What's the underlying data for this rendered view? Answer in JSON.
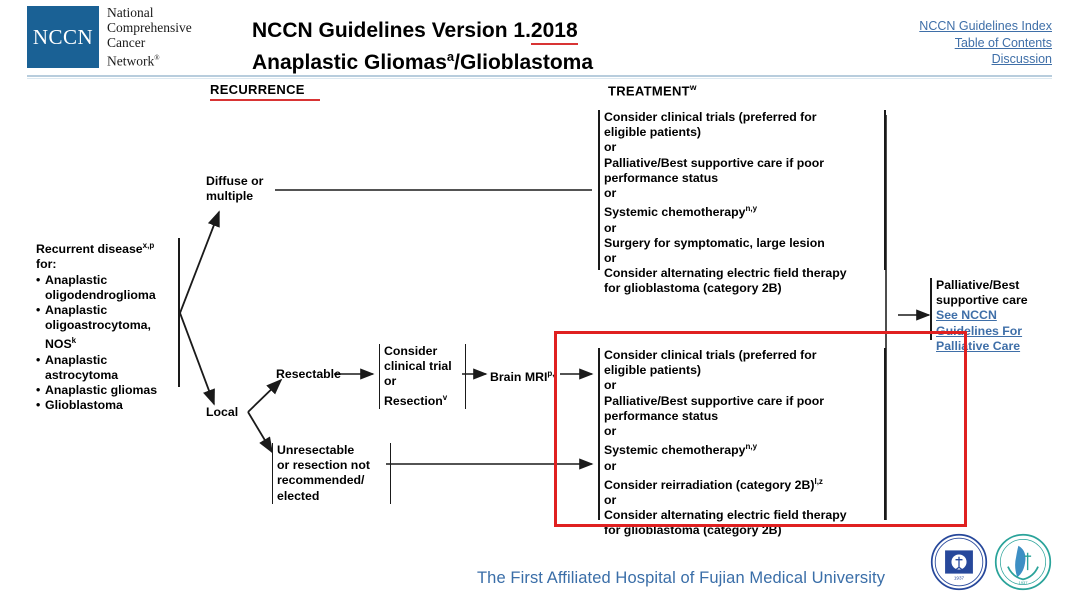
{
  "header": {
    "logo_text": "NCCN",
    "org_lines": "National Comprehensive Cancer Network",
    "org_l1": "National",
    "org_l2": "Comprehensive",
    "org_l3": "Cancer",
    "org_l4": "Network",
    "org_l4_sup": "®",
    "title_line1_pre": "NCCN Guidelines Version 1.",
    "title_line1_year": "2018",
    "title_line2_pre": "Anaplastic Gliomas",
    "title_line2_sup": "a",
    "title_line2_post": "/Glioblastoma",
    "links": [
      {
        "label": "NCCN Guidelines Index"
      },
      {
        "label": "Table of Contents"
      },
      {
        "label": "Discussion"
      }
    ]
  },
  "columns": {
    "recurrence": "RECURRENCE",
    "treatment": "TREATMENT",
    "treatment_sup": "w"
  },
  "flow": {
    "recurrent": {
      "title_pre": "Recurrent disease",
      "title_sup": "x,p",
      "title_post": " for:",
      "items": [
        "Anaplastic oligodendroglioma",
        "Anaplastic oligoastrocytoma, NOS",
        "Anaplastic astrocytoma",
        "Anaplastic gliomas",
        "Glioblastoma"
      ],
      "item2_sup": "k"
    },
    "diffuse_label": "Diffuse or multiple",
    "local_label": "Local",
    "resectable_label": "Resectable",
    "resection_box": {
      "l1": "Consider",
      "l2": "clinical trial",
      "l3": "or",
      "l4": "Resection",
      "l4_sup": "v"
    },
    "brain_mri": {
      "label": "Brain MRI",
      "sup": "p,i"
    },
    "unresectable_box": {
      "l1": "Unresectable",
      "l2": "or resection not",
      "l3": "recommended/",
      "l4": "elected"
    },
    "treatment_top": {
      "l1": "Consider clinical trials (preferred for",
      "l2": "eligible patients)",
      "l3": "or",
      "l4": "Palliative/Best supportive care if poor",
      "l5": "performance status",
      "l6": "or",
      "l7": "Systemic chemotherapy",
      "l7_sup": "n,y",
      "l8": "or",
      "l9": "Surgery for symptomatic, large lesion",
      "l10": "or",
      "l11": "Consider alternating electric field therapy",
      "l12": "for glioblastoma (category 2B)"
    },
    "treatment_bottom": {
      "l1": "Consider clinical trials (preferred for",
      "l2": "eligible patients)",
      "l3": "or",
      "l4": "Palliative/Best supportive care if poor",
      "l5": "performance status",
      "l6": "or",
      "l7": "Systemic chemotherapy",
      "l7_sup": "n,y",
      "l8": "or",
      "l9": "Consider reirradiation (category 2B)",
      "l9_sup": "l,z",
      "l10": "or",
      "l11": "Consider alternating electric field therapy",
      "l12": "for glioblastoma (category 2B)"
    },
    "palliative": {
      "l1": "Palliative/Best",
      "l2": "supportive care",
      "link1": "See NCCN",
      "link2": "Guidelines For",
      "link3": "Palliative Care"
    }
  },
  "footer": {
    "text": "The First Affiliated Hospital of Fujian Medical University"
  },
  "colors": {
    "nccn_blue": "#1a6195",
    "link_blue": "#3f6fa8",
    "accent_red": "#d83434",
    "highlight_red": "#e02020",
    "footer_blue": "#3a6ea8",
    "seal_navy": "#27489b",
    "seal_teal": "#2aa39a"
  }
}
